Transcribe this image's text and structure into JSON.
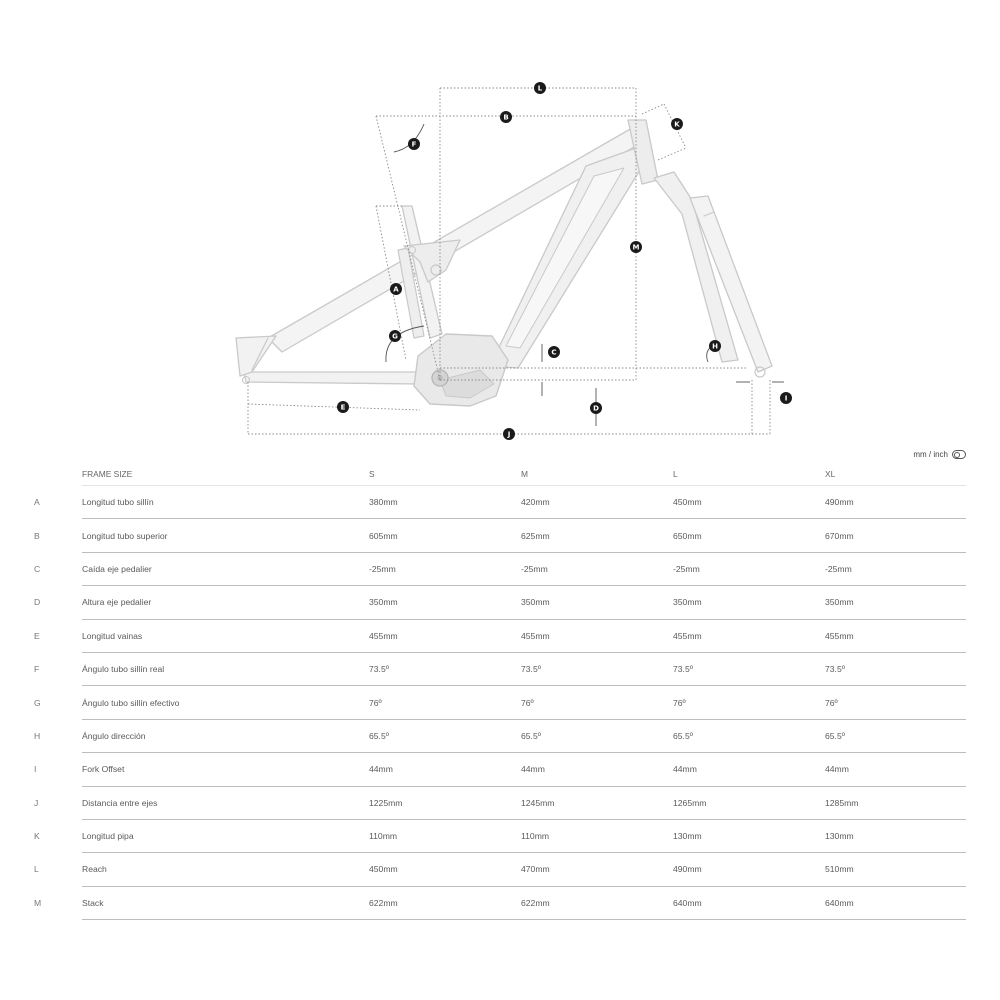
{
  "unit_toggle": {
    "label": "mm / inch"
  },
  "diagram": {
    "markers": [
      "A",
      "B",
      "C",
      "D",
      "E",
      "F",
      "G",
      "H",
      "I",
      "J",
      "K",
      "L",
      "M"
    ]
  },
  "table": {
    "header": {
      "frame_size": "FRAME SIZE",
      "sizes": [
        "S",
        "M",
        "L",
        "XL"
      ]
    },
    "rows": [
      {
        "letter": "A",
        "name": "Longitud tubo sillín",
        "values": [
          "380mm",
          "420mm",
          "450mm",
          "490mm"
        ]
      },
      {
        "letter": "B",
        "name": "Longitud tubo superior",
        "values": [
          "605mm",
          "625mm",
          "650mm",
          "670mm"
        ]
      },
      {
        "letter": "C",
        "name": "Caída eje pedalier",
        "values": [
          "-25mm",
          "-25mm",
          "-25mm",
          "-25mm"
        ]
      },
      {
        "letter": "D",
        "name": "Altura eje pedalier",
        "values": [
          "350mm",
          "350mm",
          "350mm",
          "350mm"
        ]
      },
      {
        "letter": "E",
        "name": "Longitud vainas",
        "values": [
          "455mm",
          "455mm",
          "455mm",
          "455mm"
        ]
      },
      {
        "letter": "F",
        "name": "Ángulo tubo sillín real",
        "values": [
          "73.5º",
          "73.5º",
          "73.5º",
          "73.5º"
        ]
      },
      {
        "letter": "G",
        "name": "Ángulo tubo sillín efectivo",
        "values": [
          "76º",
          "76º",
          "76º",
          "76º"
        ]
      },
      {
        "letter": "H",
        "name": "Ángulo dirección",
        "values": [
          "65.5º",
          "65.5º",
          "65.5º",
          "65.5º"
        ]
      },
      {
        "letter": "I",
        "name": "Fork Offset",
        "values": [
          "44mm",
          "44mm",
          "44mm",
          "44mm"
        ]
      },
      {
        "letter": "J",
        "name": "Distancia entre ejes",
        "values": [
          "1225mm",
          "1245mm",
          "1265mm",
          "1285mm"
        ]
      },
      {
        "letter": "K",
        "name": "Longitud pipa",
        "values": [
          "110mm",
          "110mm",
          "130mm",
          "130mm"
        ]
      },
      {
        "letter": "L",
        "name": "Reach",
        "values": [
          "450mm",
          "470mm",
          "490mm",
          "510mm"
        ]
      },
      {
        "letter": "M",
        "name": "Stack",
        "values": [
          "622mm",
          "622mm",
          "640mm",
          "640mm"
        ]
      }
    ]
  }
}
